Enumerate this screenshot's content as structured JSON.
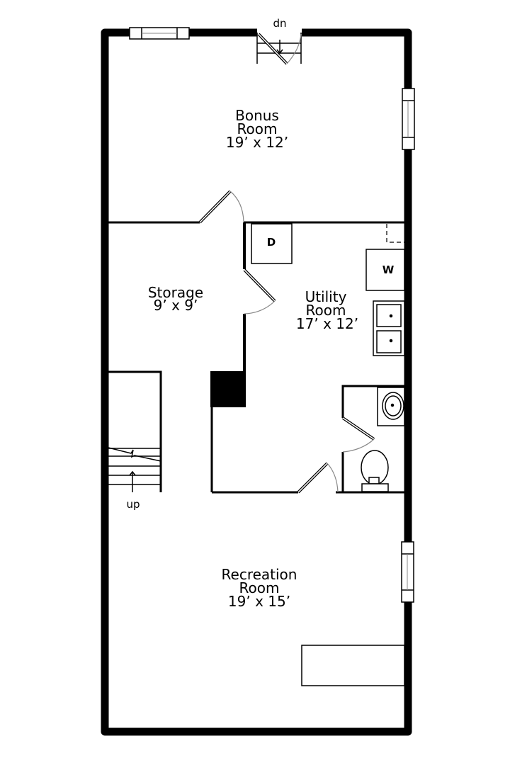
{
  "floorplan": {
    "rooms": [
      {
        "name": "Bonus",
        "name2": "Room",
        "dims": "19’ x 12’"
      },
      {
        "name": "Storage",
        "dims": "9’ x 9’"
      },
      {
        "name": "Utility",
        "name2": "Room",
        "dims": "17’ x 12’"
      },
      {
        "name": "Recreation",
        "name2": "Room",
        "dims": "19’ x 15’"
      }
    ],
    "stairs": {
      "down_label": "dn",
      "up_label": "up"
    },
    "appliances": {
      "dryer": "D",
      "washer": "W"
    },
    "colors": {
      "wall": "#000000",
      "door_swing": "#888888",
      "background": "#ffffff"
    }
  }
}
